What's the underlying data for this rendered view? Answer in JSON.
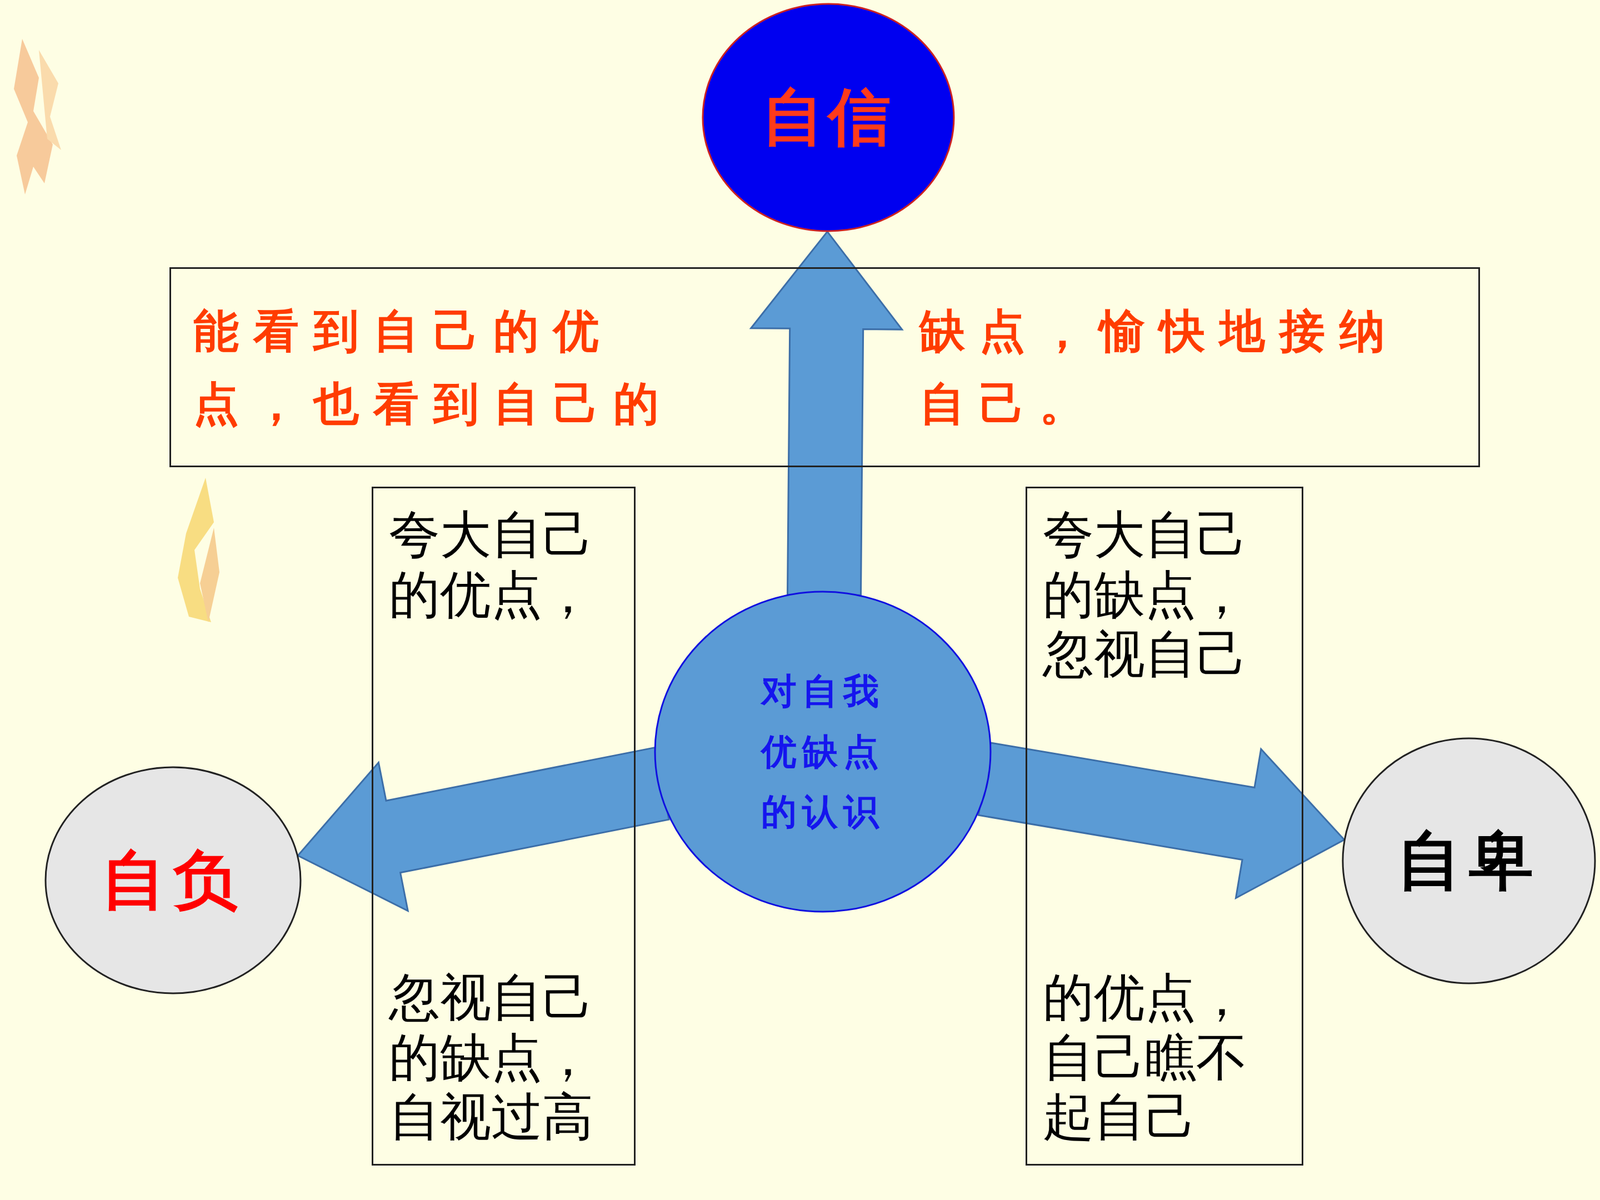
{
  "diagram": {
    "nodes": [
      {
        "text": [
          "自信"
        ]
      },
      {
        "text": [
          "能看到自己的优点，也看到自己的缺点，愉快地接纳自己。"
        ]
      },
      {
        "text": [
          "夸大自己的优点，",
          "忽视自己的缺点，自视过高"
        ]
      },
      {
        "text": [
          "对自我优缺点的认识"
        ]
      },
      {
        "text": [
          "夸大自己的缺点，忽视自己",
          "的优点，自己瞧不起自己"
        ]
      },
      {
        "text": [
          "自负"
        ]
      },
      {
        "text": [
          "自卑"
        ]
      }
    ],
    "edges": [
      {
        "from": 3,
        "to": 0,
        "arrow": "to"
      },
      {
        "from": 3,
        "to": 5,
        "arrow": "to"
      },
      {
        "from": 3,
        "to": 6,
        "arrow": "to"
      }
    ]
  }
}
